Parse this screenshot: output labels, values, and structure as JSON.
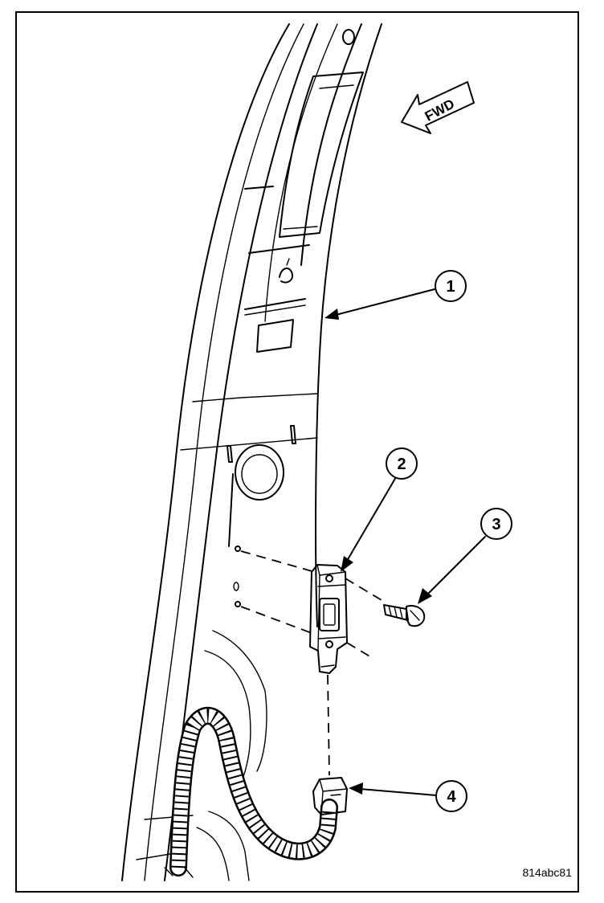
{
  "diagram": {
    "direction_label": "FWD",
    "figure_code": "814abc81",
    "callouts": [
      {
        "number": "1"
      },
      {
        "number": "2"
      },
      {
        "number": "3"
      },
      {
        "number": "4"
      }
    ]
  }
}
